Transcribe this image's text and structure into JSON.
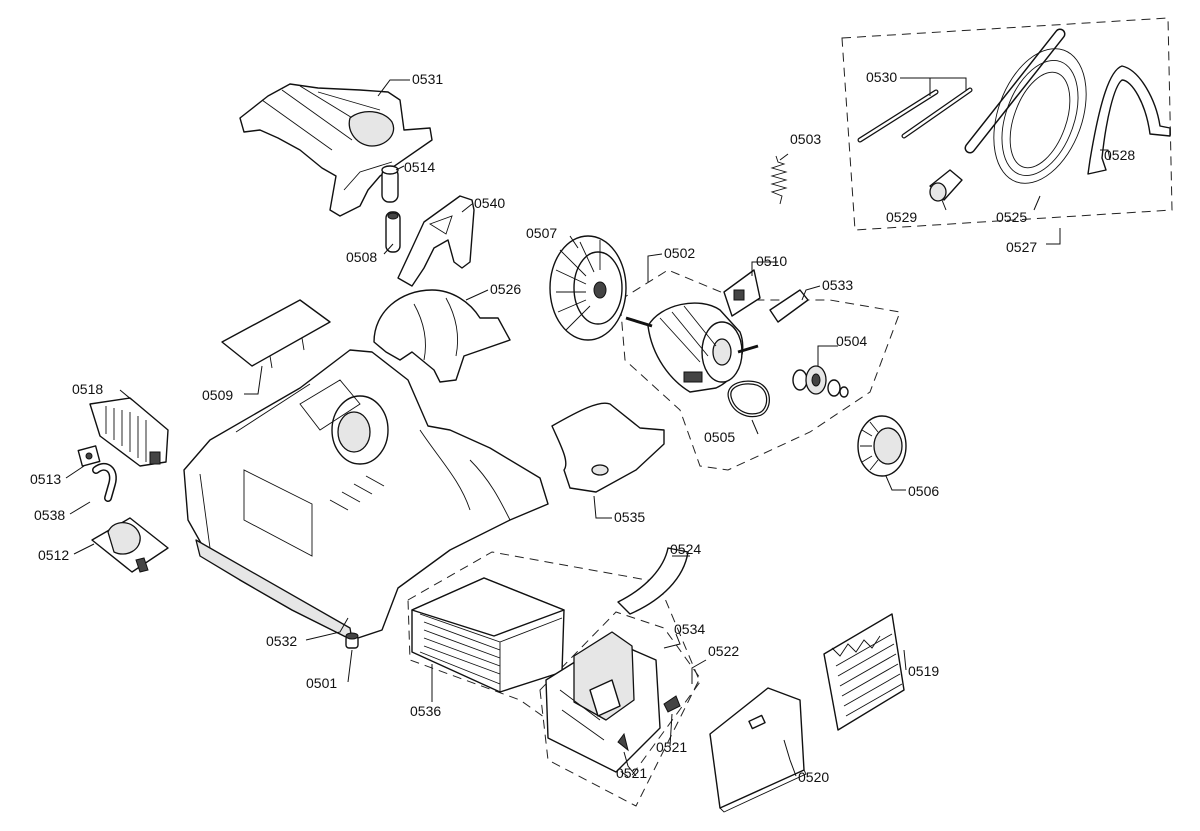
{
  "labels": {
    "p0501": "0501",
    "p0502": "0502",
    "p0503": "0503",
    "p0504": "0504",
    "p0505": "0505",
    "p0506": "0506",
    "p0507": "0507",
    "p0508": "0508",
    "p0509": "0509",
    "p0510": "0510",
    "p0512": "0512",
    "p0513": "0513",
    "p0514": "0514",
    "p0518": "0518",
    "p0519": "0519",
    "p0520": "0520",
    "p0521a": "0521",
    "p0521b": "0521",
    "p0522": "0522",
    "p0524": "0524",
    "p0525": "0525",
    "p0526": "0526",
    "p0527": "0527",
    "p0528": "0528",
    "p0529": "0529",
    "p0530": "0530",
    "p0531": "0531",
    "p0532": "0532",
    "p0533": "0533",
    "p0534": "0534",
    "p0535": "0535",
    "p0536": "0536",
    "p0538": "0538",
    "p0540": "0540"
  }
}
